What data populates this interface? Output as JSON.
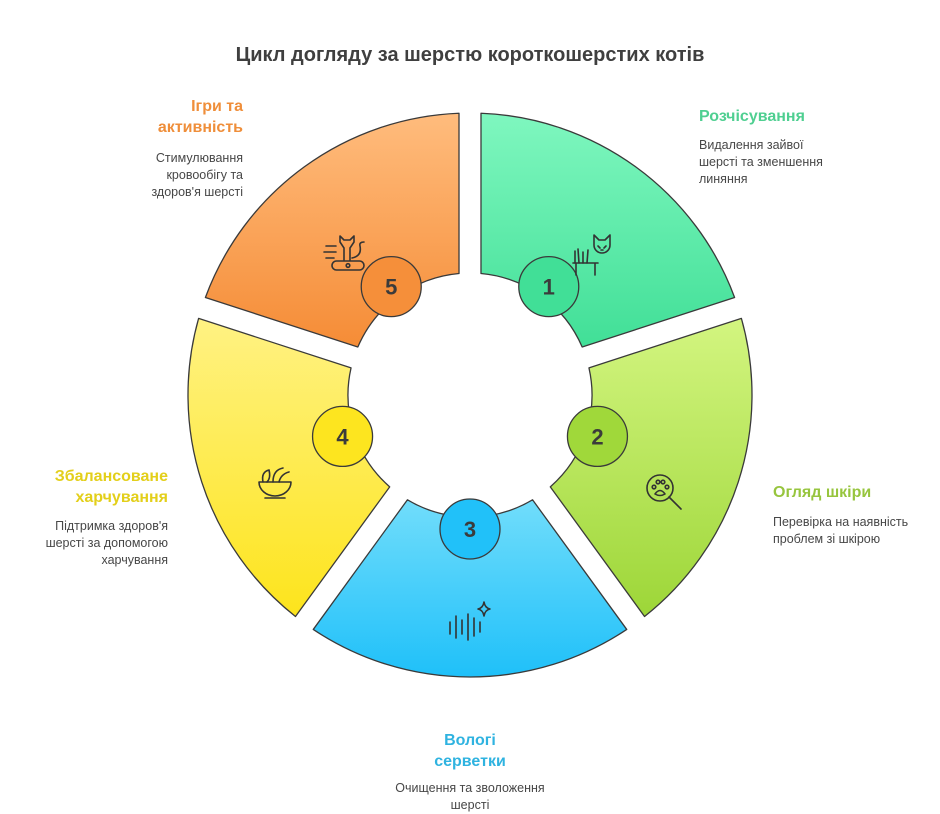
{
  "title": "Цикл догляду за шерстю короткошерстих котів",
  "colors": {
    "step1": [
      "#7ff7bf",
      "#41df97"
    ],
    "step2": [
      "#cff47b",
      "#a0d83a"
    ],
    "step3": [
      "#6fdcfb",
      "#21c1f9"
    ],
    "step4": [
      "#fff07f",
      "#fde51f"
    ],
    "step5": [
      "#ffb978",
      "#f58f3a"
    ],
    "step1_label": "#4fcf91",
    "step2_label": "#97c53e",
    "step3_label": "#2fb3e0",
    "step4_label": "#e3cf1a",
    "step5_label": "#ef8e3a"
  },
  "steps": [
    {
      "number": "1",
      "title": "Розчісування",
      "description": "Видалення зайвої шерсті та зменшення линяння",
      "icon": "cat-grooming-brush-icon"
    },
    {
      "number": "2",
      "title": "Огляд шкіри",
      "description": "Перевірка на наявність проблем зі шкірою",
      "icon": "paw-magnifier-icon"
    },
    {
      "number": "3",
      "title": "Вологі серветки",
      "description": "Очищення та зволоження шерсті",
      "icon": "wipes-sparkle-icon"
    },
    {
      "number": "4",
      "title": "Збалансоване харчування",
      "description": "Підтримка здоров'я шерсті за допомогою харчування",
      "icon": "food-bowl-icon"
    },
    {
      "number": "5",
      "title": "Ігри та активність",
      "description": "Стимулювання кровообігу та здоров'я шерсті",
      "icon": "cat-scratcher-icon"
    }
  ]
}
